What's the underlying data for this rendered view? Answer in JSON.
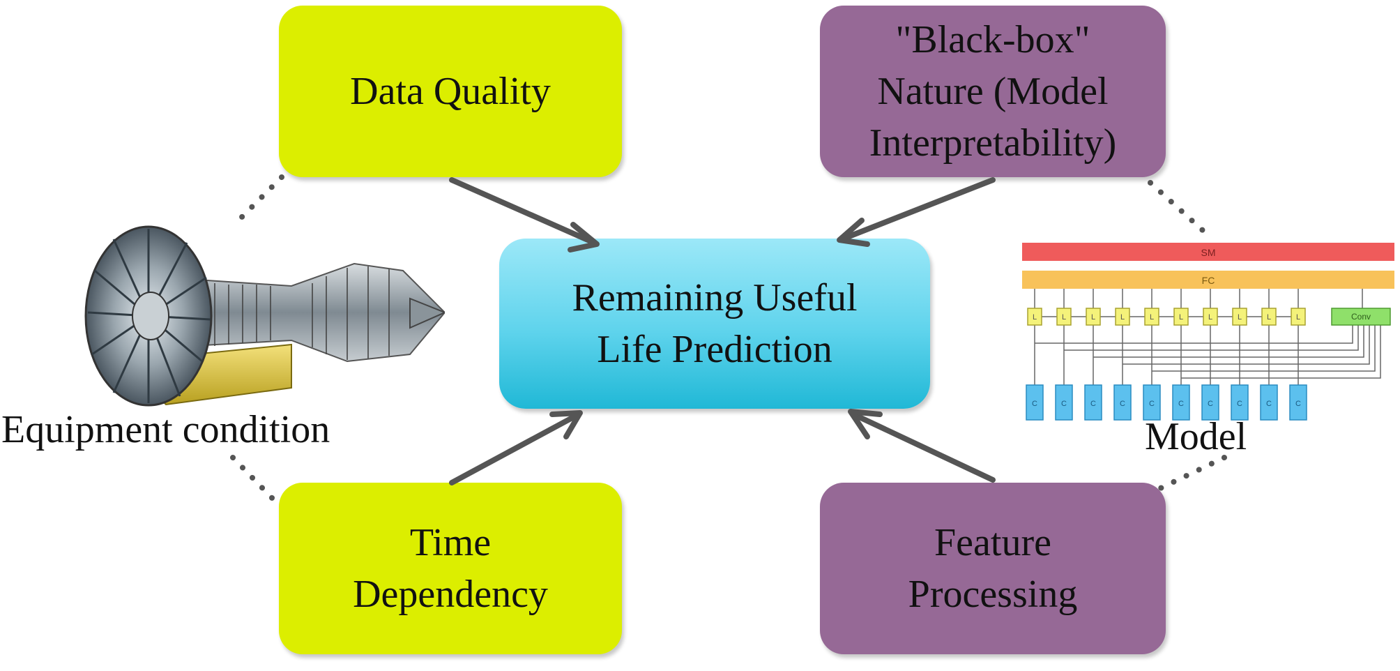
{
  "boxes": {
    "data_quality": "Data Quality",
    "black_box": "\"Black-box\"\nNature (Model\nInterpretability)",
    "time_dependency": "Time\nDependency",
    "feature_processing": "Feature\nProcessing",
    "center": "Remaining Useful\nLife Prediction"
  },
  "captions": {
    "equipment": "Equipment condition",
    "model": "Model"
  },
  "model_diagram": {
    "top_label": "SM",
    "fc_label": "FC",
    "lstm_label": "L",
    "conv_label": "Conv",
    "cnn_label": "C"
  },
  "colors": {
    "factor_lime": "#dcee00",
    "factor_purple": "#966996",
    "center_top": "#9ce8f8",
    "center_bottom": "#20b8d6",
    "arrow": "#555555"
  }
}
